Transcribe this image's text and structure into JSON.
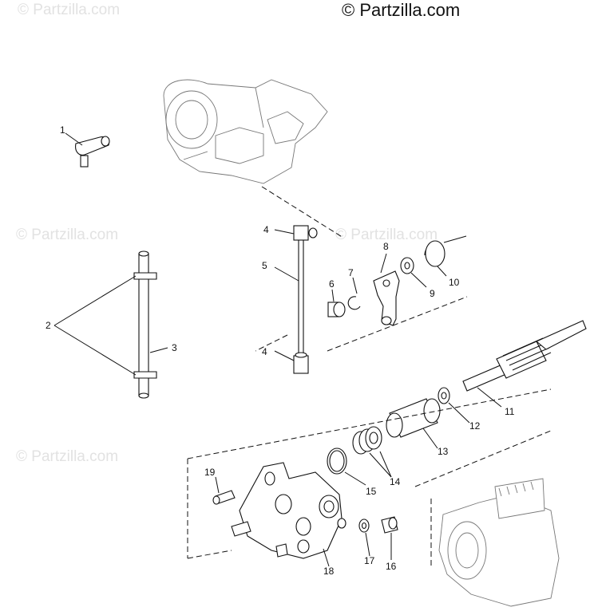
{
  "copyright": "© Partzilla.com",
  "watermark": "© Partzilla.com",
  "callouts": {
    "c1": "1",
    "c2": "2",
    "c3": "3",
    "c4a": "4",
    "c4b": "4",
    "c5": "5",
    "c6": "6",
    "c7": "7",
    "c8": "8",
    "c9": "9",
    "c10": "10",
    "c11": "11",
    "c12": "12",
    "c13": "13",
    "c14": "14",
    "c15": "15",
    "c16": "16",
    "c17": "17",
    "c18": "18",
    "c19": "19"
  }
}
